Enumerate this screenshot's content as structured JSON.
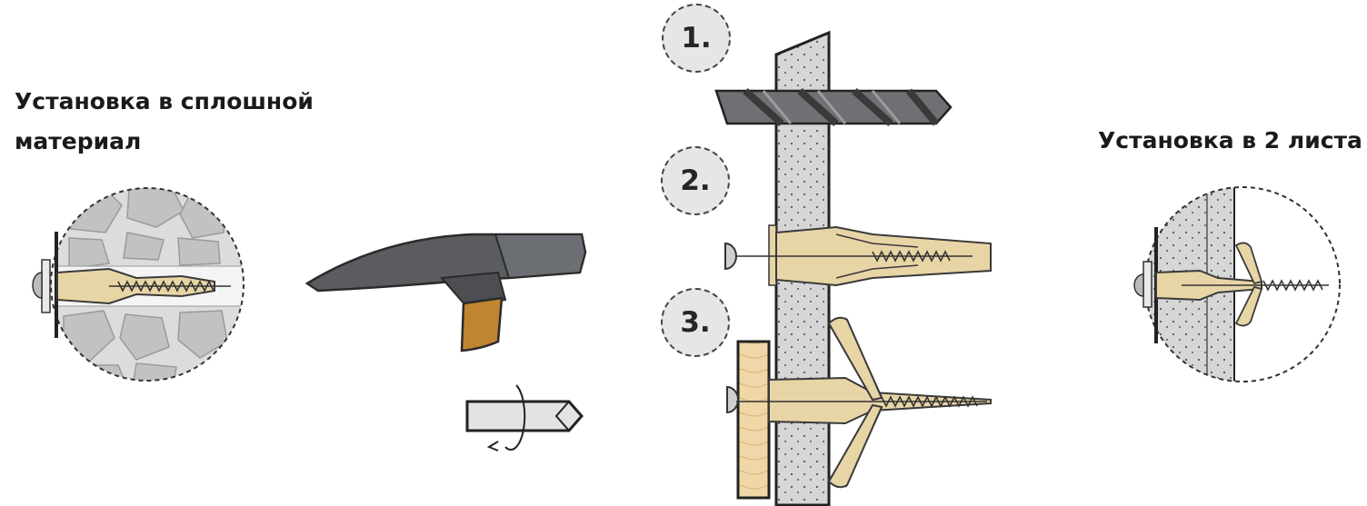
{
  "labels": {
    "solid_line1": "Установка в сплошной",
    "solid_line2": "материал",
    "two_sheets": "Установка в 2 листа"
  },
  "steps": [
    "1.",
    "2.",
    "3."
  ],
  "colors": {
    "dowel": "#e8d5a6",
    "dowel_outline": "#3a3a3a",
    "wall": "#d9d9d9",
    "stone": "#c4c4c4",
    "hammer_head": "#5a5c60",
    "hammer_handle": "#c08530",
    "wood": "#f0d7a8"
  },
  "icons": [
    "hammer-icon",
    "drill-bit-icon",
    "rotation-arrow-icon",
    "screw-icon",
    "hollow-wall-anchor-icon"
  ]
}
